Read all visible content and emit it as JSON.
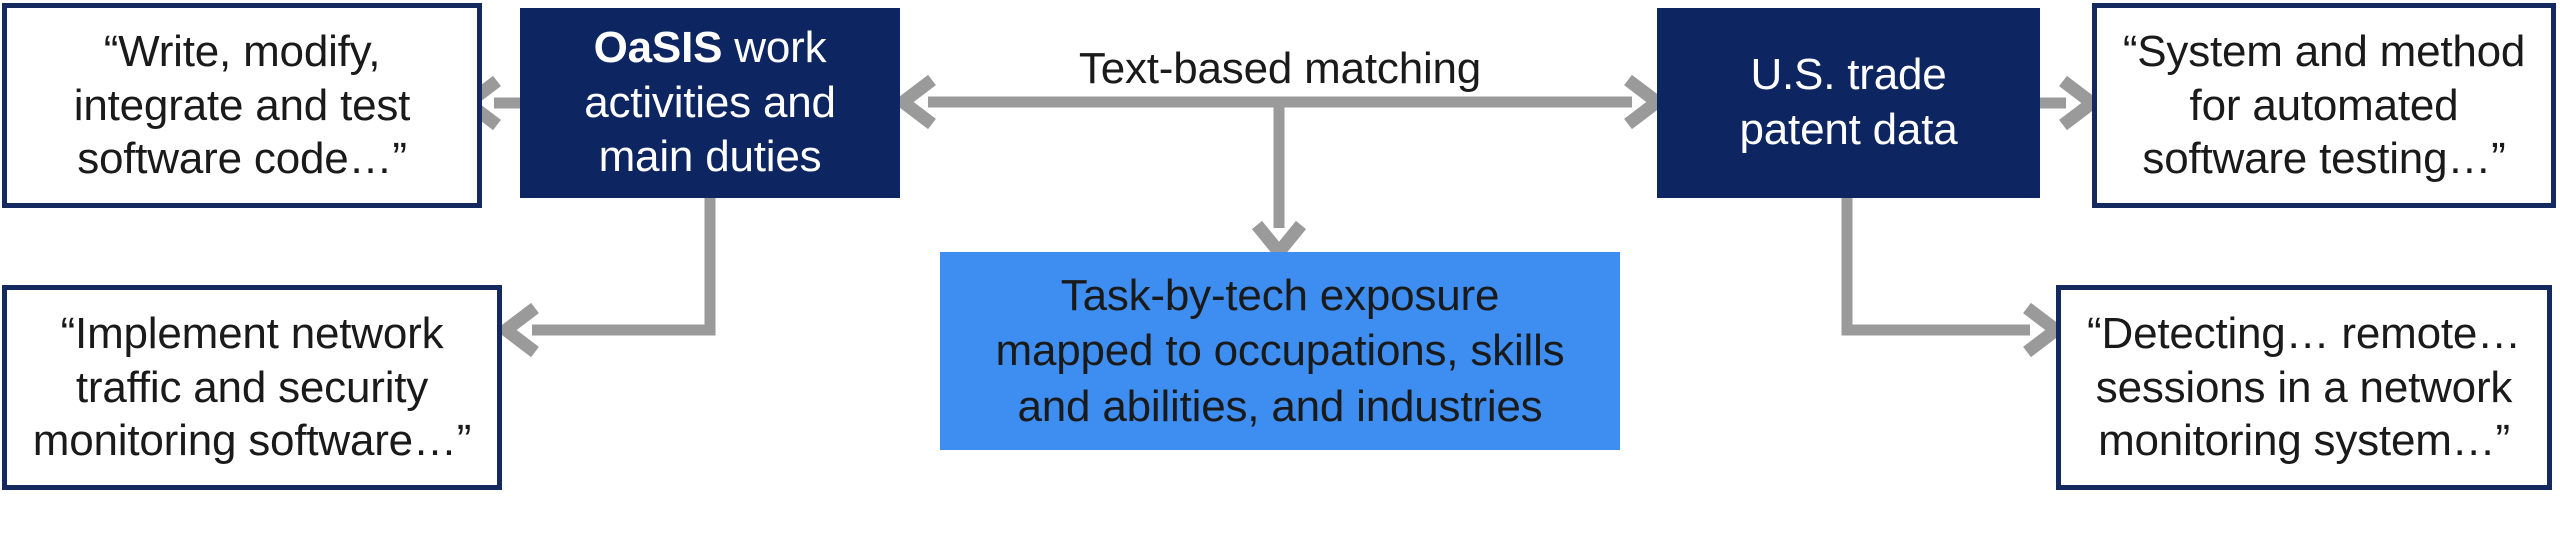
{
  "diagram": {
    "title": "Text-based matching between OaSIS work activities and U.S. trade patent data",
    "colors": {
      "navy": "#0d2560",
      "navy_border": "#14295e",
      "light_blue": "#3d8ef0",
      "connector_gray": "#9a9a9a",
      "text_dark": "#1a1a1a",
      "text_light": "#ffffff",
      "background": "#ffffff"
    },
    "nodes": {
      "oasis_source": {
        "label_bold": "OaSIS",
        "label_rest": " work",
        "line2": "activities and",
        "line3": "main duties",
        "style": "navy"
      },
      "patent_source": {
        "line1": "U.S. trade",
        "line2": "patent data",
        "style": "navy"
      },
      "oasis_example_top": {
        "line1": "“Write, modify,",
        "line2": "integrate and test",
        "line3": "software code…”",
        "style": "white-navy-border"
      },
      "oasis_example_bottom": {
        "line1": "“Implement network",
        "line2": "traffic and security",
        "line3": "monitoring software…”",
        "style": "white-navy-border"
      },
      "patent_example_top": {
        "line1": "“System and method",
        "line2": "for automated",
        "line3": "software testing…”",
        "style": "white-navy-border"
      },
      "patent_example_bottom": {
        "line1": "“Detecting… remote…",
        "line2": "sessions in a network",
        "line3": "monitoring system…”",
        "style": "white-navy-border"
      },
      "output": {
        "line1": "Task-by-tech exposure",
        "line2": "mapped to occupations, skills",
        "line3": "and abilities, and industries",
        "style": "light-blue"
      }
    },
    "edges": {
      "matching": {
        "label": "Text-based matching",
        "direction": "bidirectional",
        "from": "oasis_source",
        "to": "patent_source"
      },
      "to_output": {
        "label": "",
        "direction": "down",
        "from": "matching",
        "to": "output"
      },
      "oasis_to_example_top": {
        "direction": "left",
        "label": ""
      },
      "oasis_to_example_bottom": {
        "direction": "left-elbow",
        "label": ""
      },
      "patent_to_example_top": {
        "direction": "right",
        "label": ""
      },
      "patent_to_example_bottom": {
        "direction": "right-elbow",
        "label": ""
      }
    }
  }
}
